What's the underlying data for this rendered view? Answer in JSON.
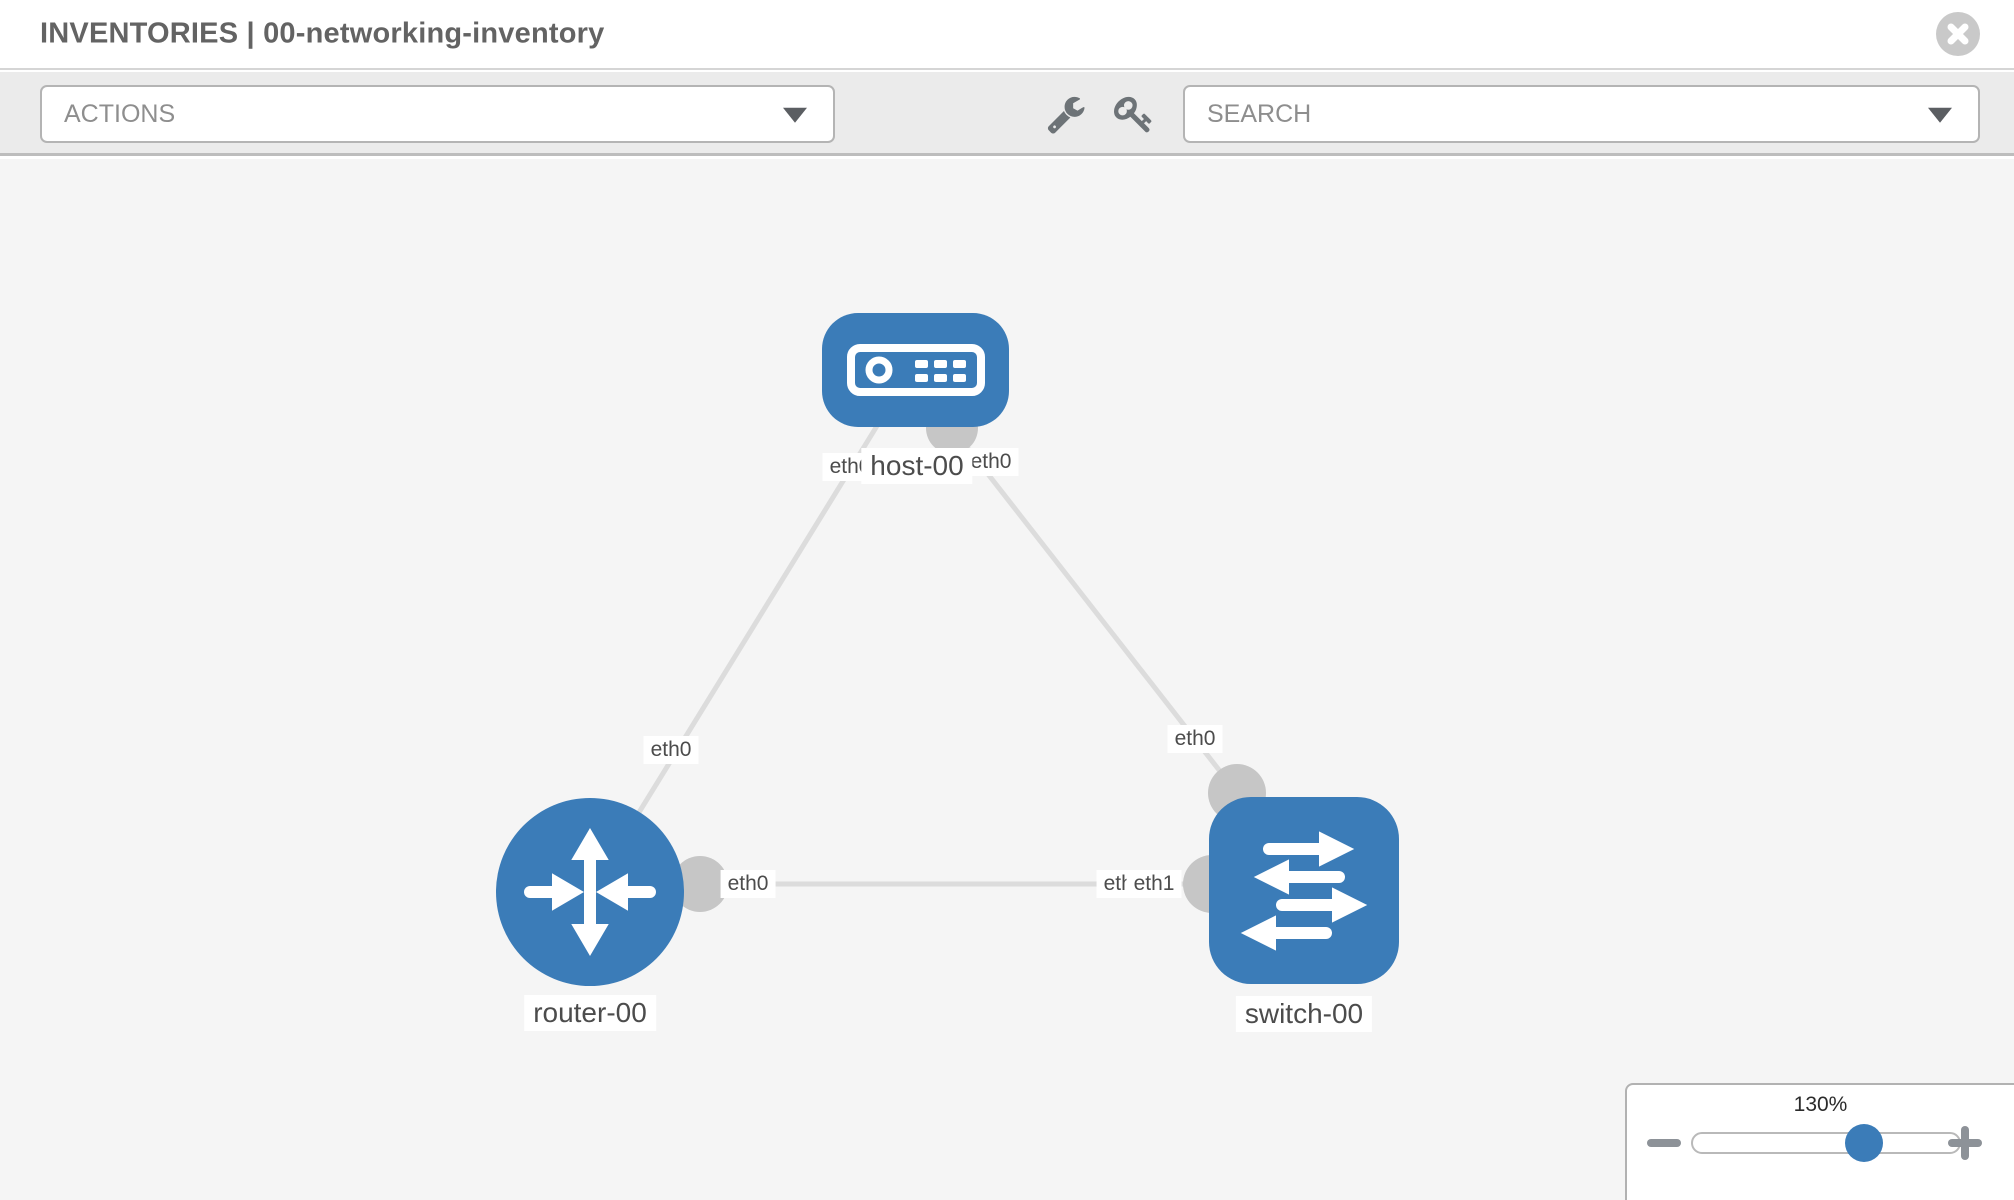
{
  "header": {
    "title": "INVENTORIES | 00-networking-inventory"
  },
  "toolbar": {
    "actions_label": "ACTIONS",
    "search_placeholder": "SEARCH",
    "icons": [
      "wrench-icon",
      "key-icon"
    ]
  },
  "canvas": {
    "nodes": [
      {
        "id": "host-00",
        "type": "host",
        "label": "host-00"
      },
      {
        "id": "router-00",
        "type": "router",
        "label": "router-00"
      },
      {
        "id": "switch-00",
        "type": "switch",
        "label": "switch-00"
      }
    ],
    "links": [
      {
        "source": "host-00",
        "target": "router-00",
        "source_interface": "eth0",
        "target_interface": "eth0"
      },
      {
        "source": "host-00",
        "target": "switch-00",
        "source_interface": "eth0",
        "target_interface": "eth0"
      },
      {
        "source": "router-00",
        "target": "switch-00",
        "source_interface": "eth0",
        "target_interface": "eth1"
      }
    ],
    "interface_labels": [
      {
        "text": "eth0",
        "location": "host-00-left"
      },
      {
        "text": "eth0",
        "location": "host-00-right"
      },
      {
        "text": "eth0",
        "location": "link-host-router-mid"
      },
      {
        "text": "eth0",
        "location": "link-host-switch-near-switch"
      },
      {
        "text": "eth0",
        "location": "link-router-switch-near-router"
      },
      {
        "text": "eth0",
        "location": "link-router-switch-near-switch-back"
      },
      {
        "text": "eth1",
        "location": "link-router-switch-near-switch-front"
      }
    ]
  },
  "zoom_control": {
    "value": "130%",
    "percent_position": 64,
    "icons": [
      "minus-icon",
      "plus-icon"
    ]
  },
  "colors": {
    "node_fill": "#3b7cb8",
    "link": "#dcdcdc",
    "interface_stub": "#c6c6c6",
    "canvas_bg": "#f5f5f5",
    "toolbar_bg": "#ebebeb",
    "header_text": "#636363",
    "slider_thumb": "#3b7cb8"
  }
}
